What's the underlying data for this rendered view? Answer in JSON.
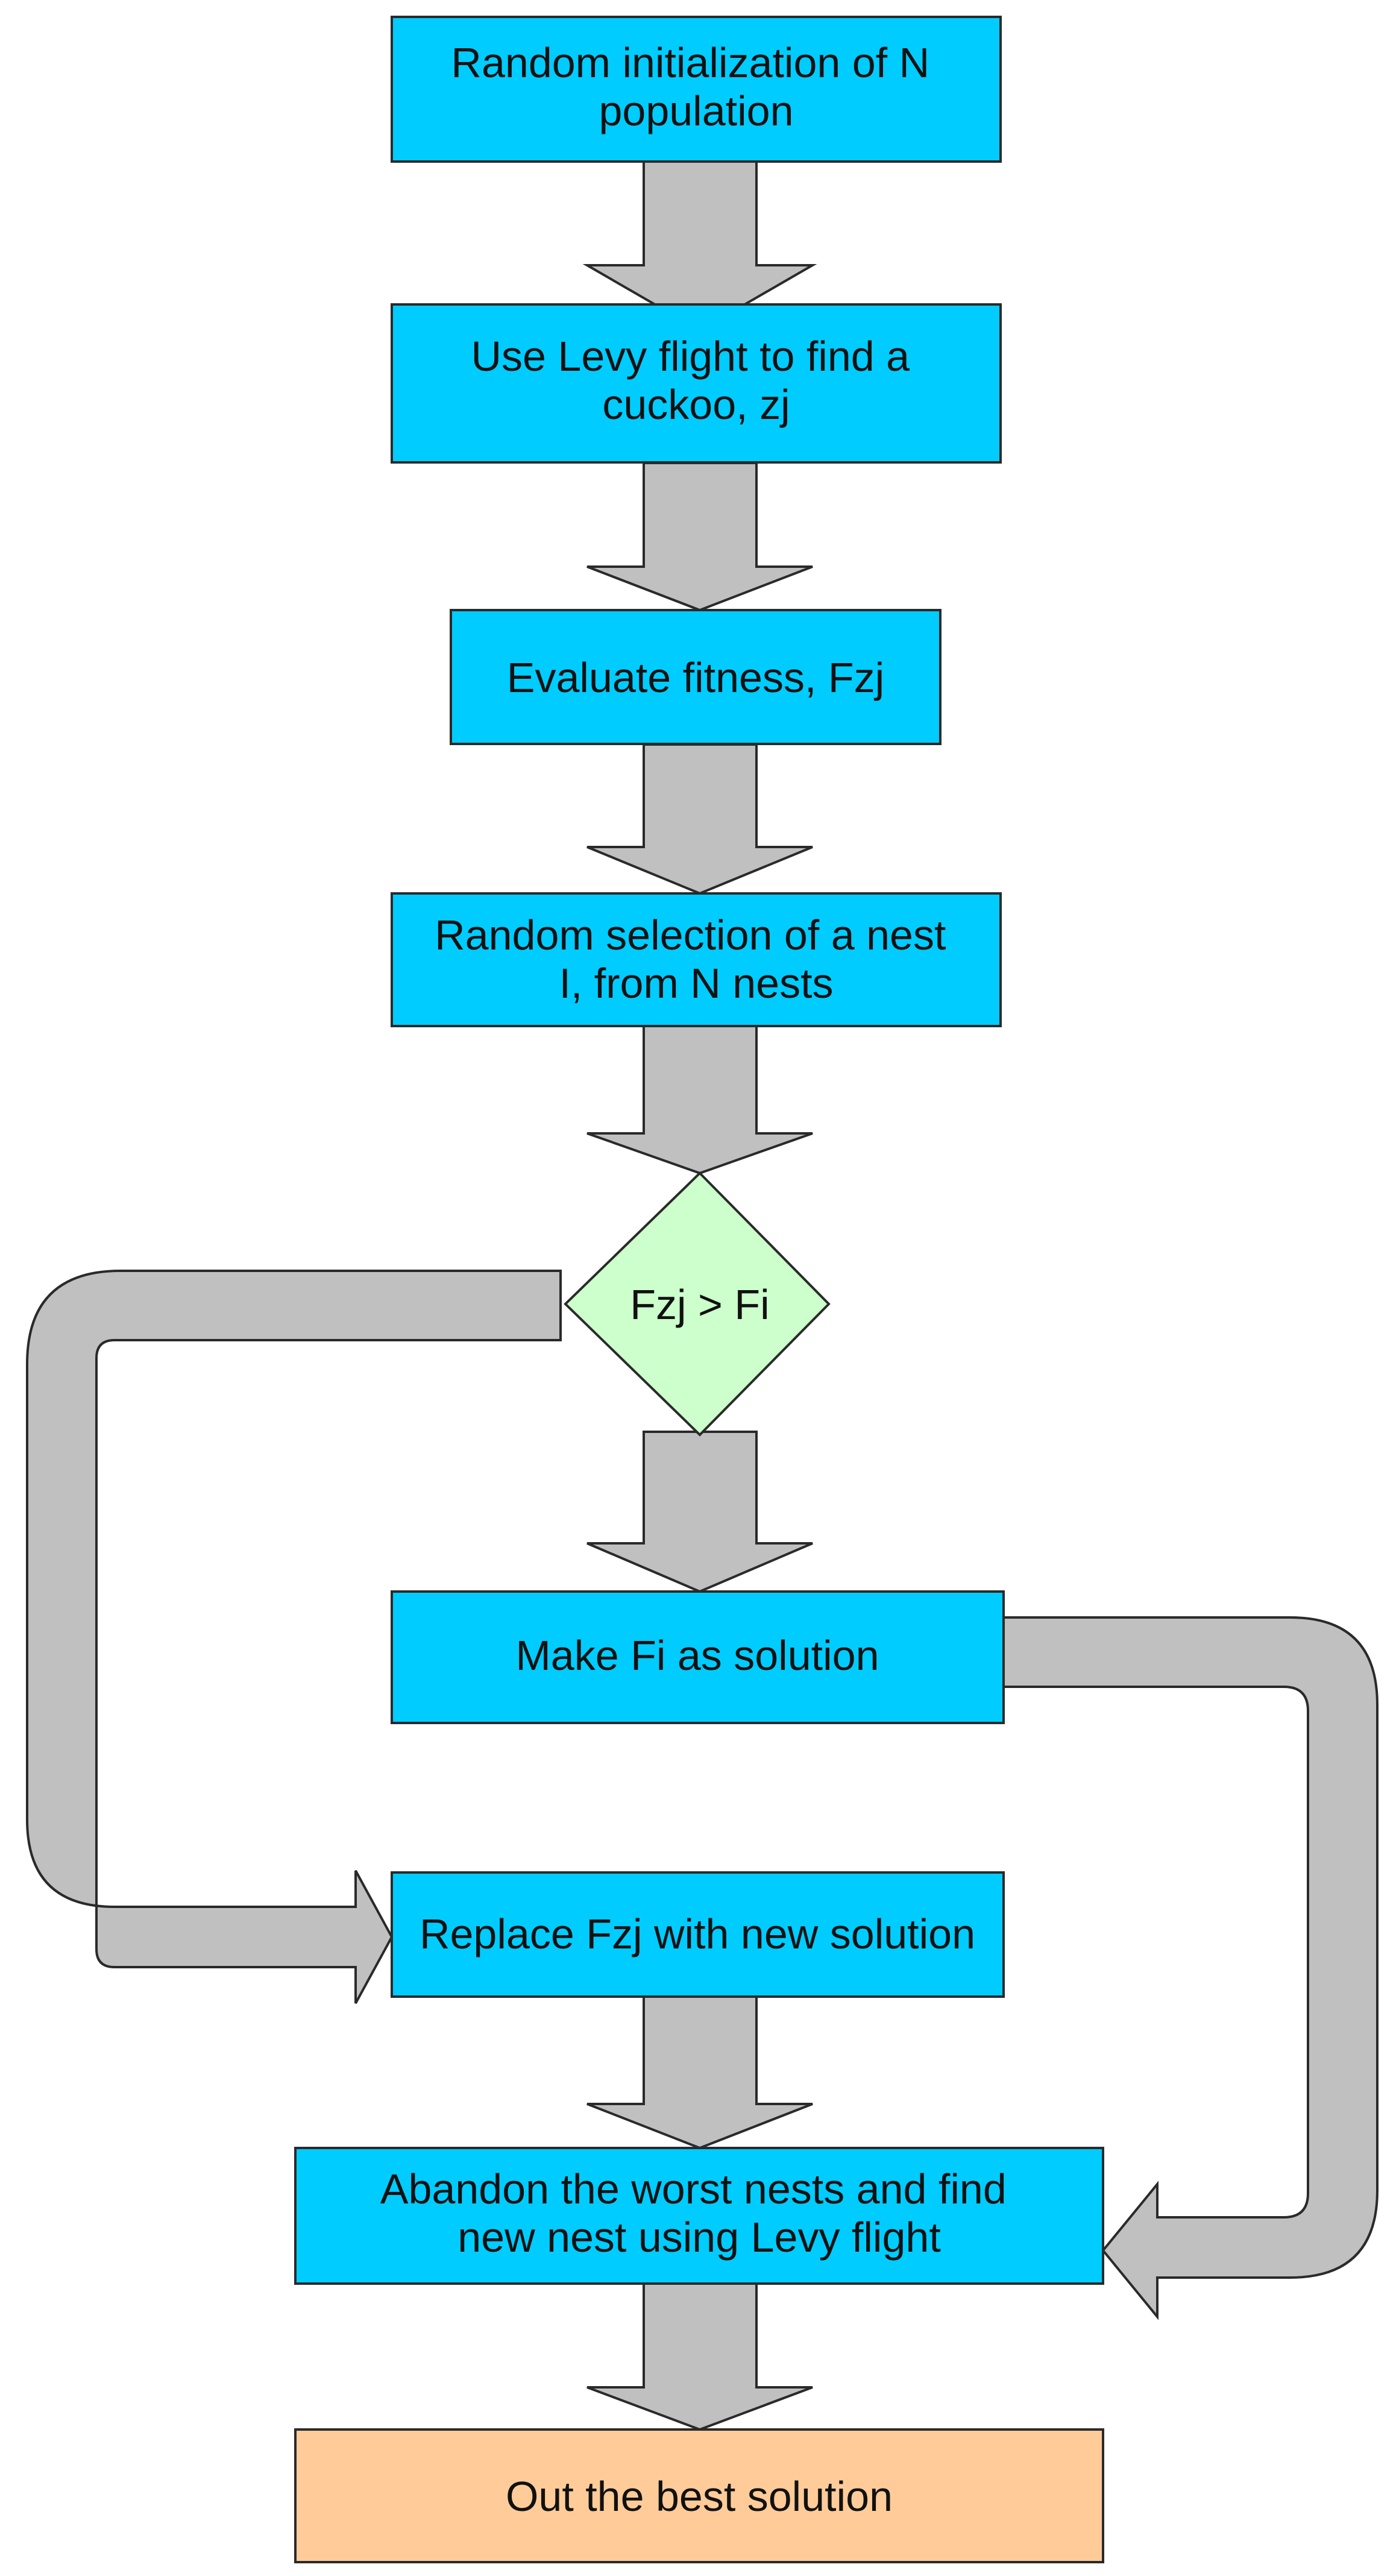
{
  "flowchart": {
    "steps": [
      {
        "id": "init",
        "lines": [
          "Random initialization of N",
          "population"
        ]
      },
      {
        "id": "levy",
        "lines": [
          "Use Levy flight to find a",
          "cuckoo, zj"
        ]
      },
      {
        "id": "evaluate",
        "lines": [
          "Evaluate fitness, Fzj"
        ]
      },
      {
        "id": "select",
        "lines": [
          "Random selection of a nest",
          "I, from N nests"
        ]
      },
      {
        "id": "decision",
        "lines": [
          "Fzj > Fi"
        ]
      },
      {
        "id": "make",
        "lines": [
          "Make Fi as  solution"
        ]
      },
      {
        "id": "replace",
        "lines": [
          "Replace Fzj with new solution"
        ]
      },
      {
        "id": "abandon",
        "lines": [
          "Abandon the worst nests and find",
          "new nest using Levy flight"
        ]
      },
      {
        "id": "output",
        "lines": [
          "Out the best solution"
        ]
      }
    ]
  },
  "colors": {
    "process_fill": "#00CCFF",
    "decision_fill": "#CCFFCC",
    "terminal_fill": "#FFCC99",
    "arrow_fill": "#C0C0C0",
    "outline": "#2a2a2a"
  }
}
